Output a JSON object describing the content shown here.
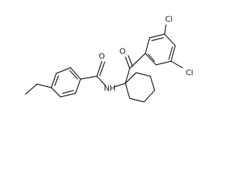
{
  "molecule": {
    "atoms": {
      "carbonyl_oxygen_amide": "O",
      "carbonyl_oxygen_ketone": "O",
      "amide_nitrogen": "NH",
      "chlorine_top": "Cl",
      "chlorine_bottom": "Cl"
    }
  }
}
